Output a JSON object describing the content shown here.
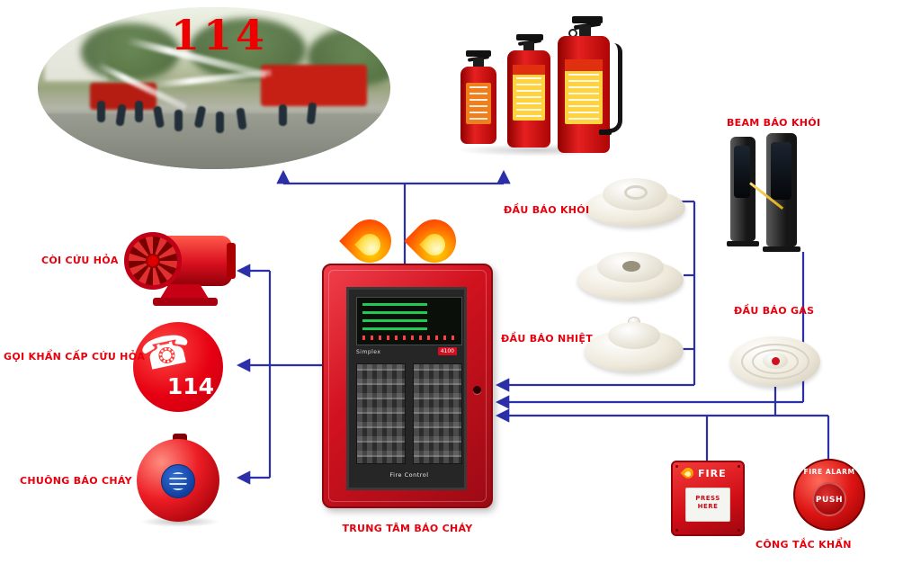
{
  "colors": {
    "label_red": "#e8000d",
    "arrow_blue": "#2b2fa8",
    "device_red": "#e60012"
  },
  "photo": {
    "hotline_number": "114"
  },
  "labels": {
    "siren": "CÒI CỨU HỎA",
    "emergency_call": "GỌI KHẨN CẤP CỨU HỎA",
    "bell": "CHUÔNG BÁO CHÁY",
    "control_panel": "TRUNG TÂM BÁO CHÁY",
    "smoke_detector": "ĐẦU BÁO KHÓI",
    "heat_detector": "ĐẦU BÁO NHIỆT",
    "beam_detector": "BEAM BÁO KHÓI",
    "gas_detector": "ĐẦU BÁO GAS",
    "emergency_switch": "CÔNG TẮC KHẨN"
  },
  "emergency_call": {
    "phone_glyph": "☎",
    "hotline_number": "114"
  },
  "control_panel": {
    "brand": "Simplex",
    "model": "4100",
    "footer_label": "Fire Control"
  },
  "manual_call_point": {
    "header": "FIRE",
    "instruction": "PRESS HERE"
  },
  "push_button": {
    "header": "FIRE ALARM",
    "label": "PUSH"
  }
}
